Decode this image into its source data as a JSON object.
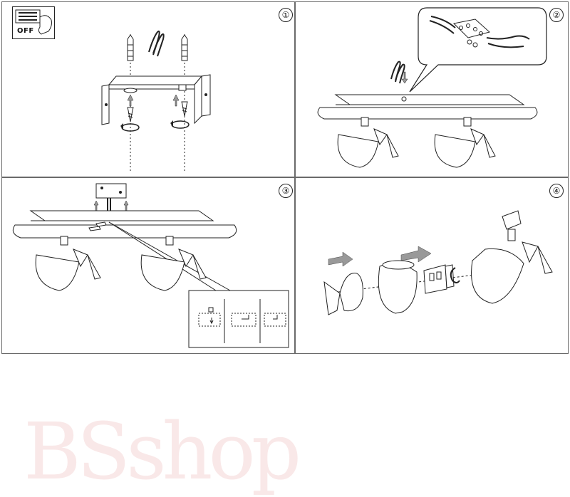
{
  "steps": [
    {
      "number": "①"
    },
    {
      "number": "②"
    },
    {
      "number": "③"
    },
    {
      "number": "④"
    }
  ],
  "switch_badge": {
    "label": "OFF",
    "icon": "power-switch-off-icon"
  },
  "watermark": {
    "text": "BSshop"
  },
  "colors": {
    "stroke": "#222222",
    "panel_border": "#6a6a6a",
    "arrow_fill": "#999999",
    "watermark": "#dc8282"
  }
}
